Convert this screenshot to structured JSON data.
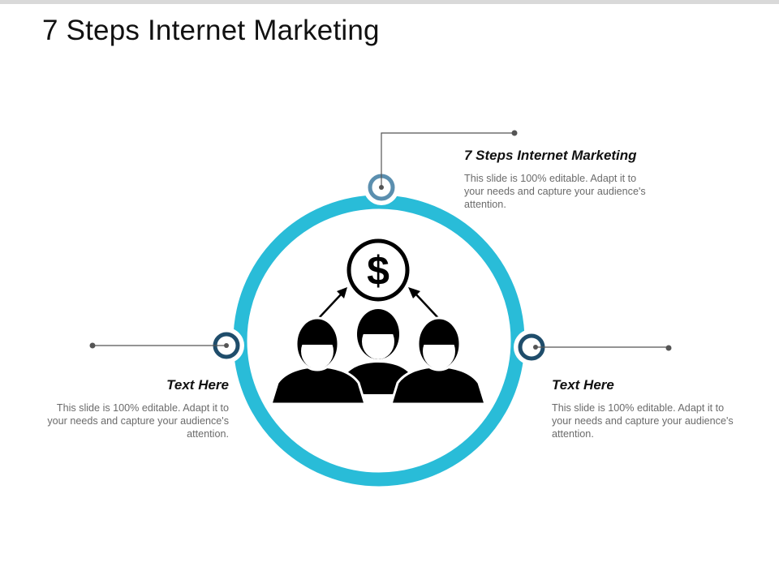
{
  "slide": {
    "title": "7 Steps Internet Marketing"
  },
  "colors": {
    "ring": "#29bcd8",
    "node_light": "#5b8faf",
    "node_dark": "#1f4d6b",
    "connector": "#555555",
    "icon": "#000000"
  },
  "icons": {
    "center": "people-with-dollar-icon",
    "currency": "dollar-icon"
  },
  "blocks": {
    "top": {
      "heading": "7 Steps Internet Marketing",
      "body": "This slide is 100% editable. Adapt it to your needs and capture your audience's attention."
    },
    "left": {
      "heading": "Text Here",
      "body": "This slide is 100% editable. Adapt it to your needs and capture your audience's attention."
    },
    "right": {
      "heading": "Text Here",
      "body": "This slide is 100% editable. Adapt it to your needs and capture your audience's attention."
    }
  }
}
